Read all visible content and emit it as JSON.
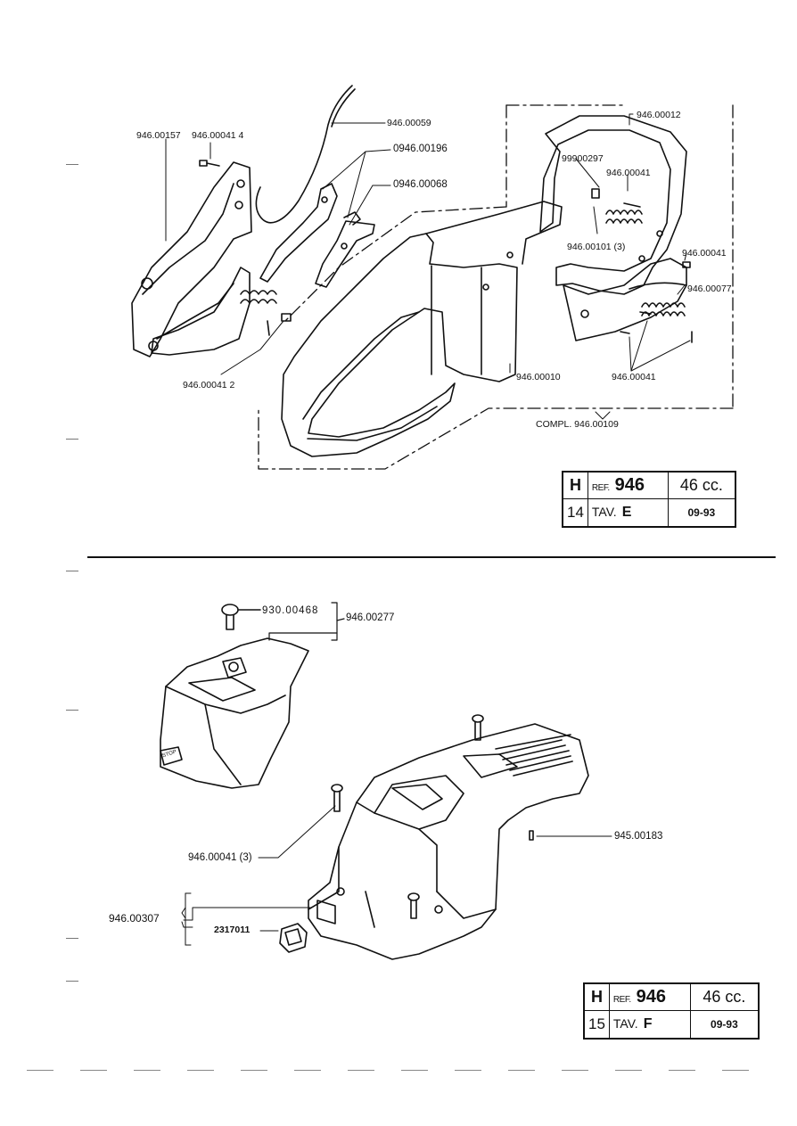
{
  "panel_e": {
    "labels": {
      "p1": "946.00157",
      "p2": "946.00041 4",
      "p3": "946.00059",
      "p4": "0946.00196",
      "p5": "0946.00068",
      "p6": "946.00012",
      "p7": "99900297",
      "p8": "946.00041",
      "p9": "946.00101 (3)",
      "p10": "946.00041",
      "p11": "946.00077",
      "p12": "946.00041  2",
      "p13": "946.00010",
      "p14": "946.00041",
      "p15": "COMPL.  946.00109"
    },
    "titleblock": {
      "h": "H",
      "ref_word": "REF.",
      "ref_num": "946",
      "cc": "46 cc.",
      "num": "14",
      "tav": "TAV.",
      "tav_letter": "E",
      "date": "09-93"
    }
  },
  "panel_f": {
    "labels": {
      "q1": "930.00468",
      "q2": "946.00277",
      "q3": "945.00183",
      "q4": "946.00041 (3)",
      "q5": "946.00307",
      "q6": "2317011",
      "stop": "STOP"
    },
    "titleblock": {
      "h": "H",
      "ref_word": "REF.",
      "ref_num": "946",
      "cc": "46 cc.",
      "num": "15",
      "tav": "TAV.",
      "tav_letter": "F",
      "date": "09-93"
    }
  }
}
